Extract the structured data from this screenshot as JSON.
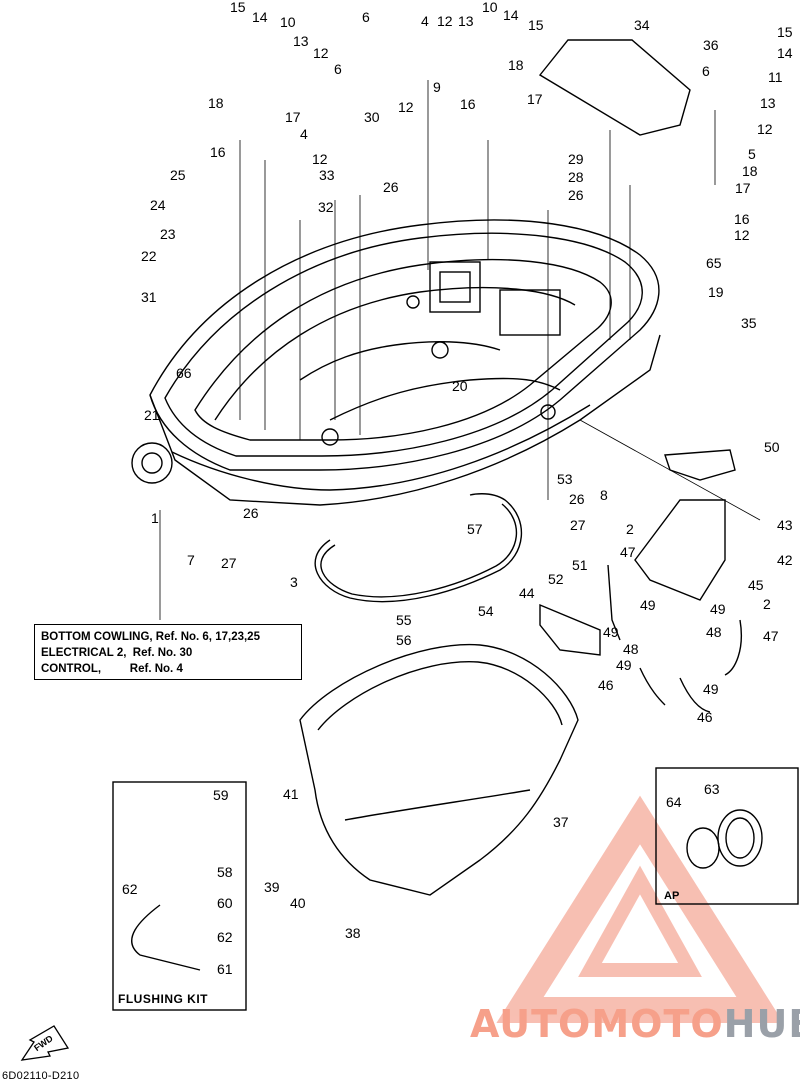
{
  "diagram": {
    "part_labels": [
      {
        "id": "l-15a",
        "text": "15"
      },
      {
        "id": "l-14a",
        "text": "14"
      },
      {
        "id": "l-10a",
        "text": "10"
      },
      {
        "id": "l-13a",
        "text": "13"
      },
      {
        "id": "l-12a",
        "text": "12"
      },
      {
        "id": "l-6a",
        "text": "6"
      },
      {
        "id": "l-18a",
        "text": "18"
      },
      {
        "id": "l-17a",
        "text": "17"
      },
      {
        "id": "l-4a",
        "text": "4"
      },
      {
        "id": "l-12b",
        "text": "12"
      },
      {
        "id": "l-16a",
        "text": "16"
      },
      {
        "id": "l-30",
        "text": "30"
      },
      {
        "id": "l-33",
        "text": "33"
      },
      {
        "id": "l-25",
        "text": "25"
      },
      {
        "id": "l-32",
        "text": "32"
      },
      {
        "id": "l-24",
        "text": "24"
      },
      {
        "id": "l-23",
        "text": "23"
      },
      {
        "id": "l-22",
        "text": "22"
      },
      {
        "id": "l-31",
        "text": "31"
      },
      {
        "id": "l-66",
        "text": "66"
      },
      {
        "id": "l-21",
        "text": "21"
      },
      {
        "id": "l-1",
        "text": "1"
      },
      {
        "id": "l-7",
        "text": "7"
      },
      {
        "id": "l-26a",
        "text": "26"
      },
      {
        "id": "l-27a",
        "text": "27"
      },
      {
        "id": "l-3",
        "text": "3"
      },
      {
        "id": "l-6b",
        "text": "6"
      },
      {
        "id": "l-4b",
        "text": "4"
      },
      {
        "id": "l-12c",
        "text": "12"
      },
      {
        "id": "l-13b",
        "text": "13"
      },
      {
        "id": "l-10b",
        "text": "10"
      },
      {
        "id": "l-14b",
        "text": "14"
      },
      {
        "id": "l-15b",
        "text": "15"
      },
      {
        "id": "l-18b",
        "text": "18"
      },
      {
        "id": "l-9",
        "text": "9"
      },
      {
        "id": "l-12d",
        "text": "12"
      },
      {
        "id": "l-16b",
        "text": "16"
      },
      {
        "id": "l-17b",
        "text": "17"
      },
      {
        "id": "l-26b",
        "text": "26"
      },
      {
        "id": "l-29",
        "text": "29"
      },
      {
        "id": "l-28",
        "text": "28"
      },
      {
        "id": "l-26c",
        "text": "26"
      },
      {
        "id": "l-34",
        "text": "34"
      },
      {
        "id": "l-36",
        "text": "36"
      },
      {
        "id": "l-15c",
        "text": "15"
      },
      {
        "id": "l-14c",
        "text": "14"
      },
      {
        "id": "l-11",
        "text": "11"
      },
      {
        "id": "l-6c",
        "text": "6"
      },
      {
        "id": "l-13c",
        "text": "13"
      },
      {
        "id": "l-12e",
        "text": "12"
      },
      {
        "id": "l-5",
        "text": "5"
      },
      {
        "id": "l-18c",
        "text": "18"
      },
      {
        "id": "l-17c",
        "text": "17"
      },
      {
        "id": "l-16c",
        "text": "16"
      },
      {
        "id": "l-12f",
        "text": "12"
      },
      {
        "id": "l-65",
        "text": "65"
      },
      {
        "id": "l-19",
        "text": "19"
      },
      {
        "id": "l-35",
        "text": "35"
      },
      {
        "id": "l-20",
        "text": "20"
      },
      {
        "id": "l-50",
        "text": "50"
      },
      {
        "id": "l-53",
        "text": "53"
      },
      {
        "id": "l-8",
        "text": "8"
      },
      {
        "id": "l-26d",
        "text": "26"
      },
      {
        "id": "l-27b",
        "text": "27"
      },
      {
        "id": "l-57",
        "text": "57"
      },
      {
        "id": "l-2a",
        "text": "2"
      },
      {
        "id": "l-47a",
        "text": "47"
      },
      {
        "id": "l-43",
        "text": "43"
      },
      {
        "id": "l-42",
        "text": "42"
      },
      {
        "id": "l-51",
        "text": "51"
      },
      {
        "id": "l-52",
        "text": "52"
      },
      {
        "id": "l-44",
        "text": "44"
      },
      {
        "id": "l-45",
        "text": "45"
      },
      {
        "id": "l-54",
        "text": "54"
      },
      {
        "id": "l-49a",
        "text": "49"
      },
      {
        "id": "l-49b",
        "text": "49"
      },
      {
        "id": "l-2b",
        "text": "2"
      },
      {
        "id": "l-55",
        "text": "55"
      },
      {
        "id": "l-56",
        "text": "56"
      },
      {
        "id": "l-49c",
        "text": "49"
      },
      {
        "id": "l-48a",
        "text": "48"
      },
      {
        "id": "l-48b",
        "text": "48"
      },
      {
        "id": "l-47b",
        "text": "47"
      },
      {
        "id": "l-49d",
        "text": "49"
      },
      {
        "id": "l-49e",
        "text": "49"
      },
      {
        "id": "l-46a",
        "text": "46"
      },
      {
        "id": "l-46b",
        "text": "46"
      },
      {
        "id": "l-41",
        "text": "41"
      },
      {
        "id": "l-37",
        "text": "37"
      },
      {
        "id": "l-59",
        "text": "59"
      },
      {
        "id": "l-58",
        "text": "58"
      },
      {
        "id": "l-62a",
        "text": "62"
      },
      {
        "id": "l-60",
        "text": "60"
      },
      {
        "id": "l-62b",
        "text": "62"
      },
      {
        "id": "l-61",
        "text": "61"
      },
      {
        "id": "l-39",
        "text": "39"
      },
      {
        "id": "l-40",
        "text": "40"
      },
      {
        "id": "l-38",
        "text": "38"
      },
      {
        "id": "l-64",
        "text": "64"
      },
      {
        "id": "l-63",
        "text": "63"
      }
    ],
    "reference_note": {
      "line1": "BOTTOM COWLING, Ref. No. 6, 17,23,25",
      "line2": "ELECTRICAL 2,  Ref. No. 30",
      "line3": "CONTROL,         Ref. No. 4"
    },
    "flushing_kit_title": "FLUSHING KIT",
    "inset_label": "AP",
    "fwd_label": "FWD",
    "drawing_code": "6D02110-D210"
  },
  "watermark": {
    "part1": "AUTOMOTO",
    "part2": "HUB",
    "color_primary": "#f6a08a",
    "color_secondary": "#9aa0a8"
  }
}
